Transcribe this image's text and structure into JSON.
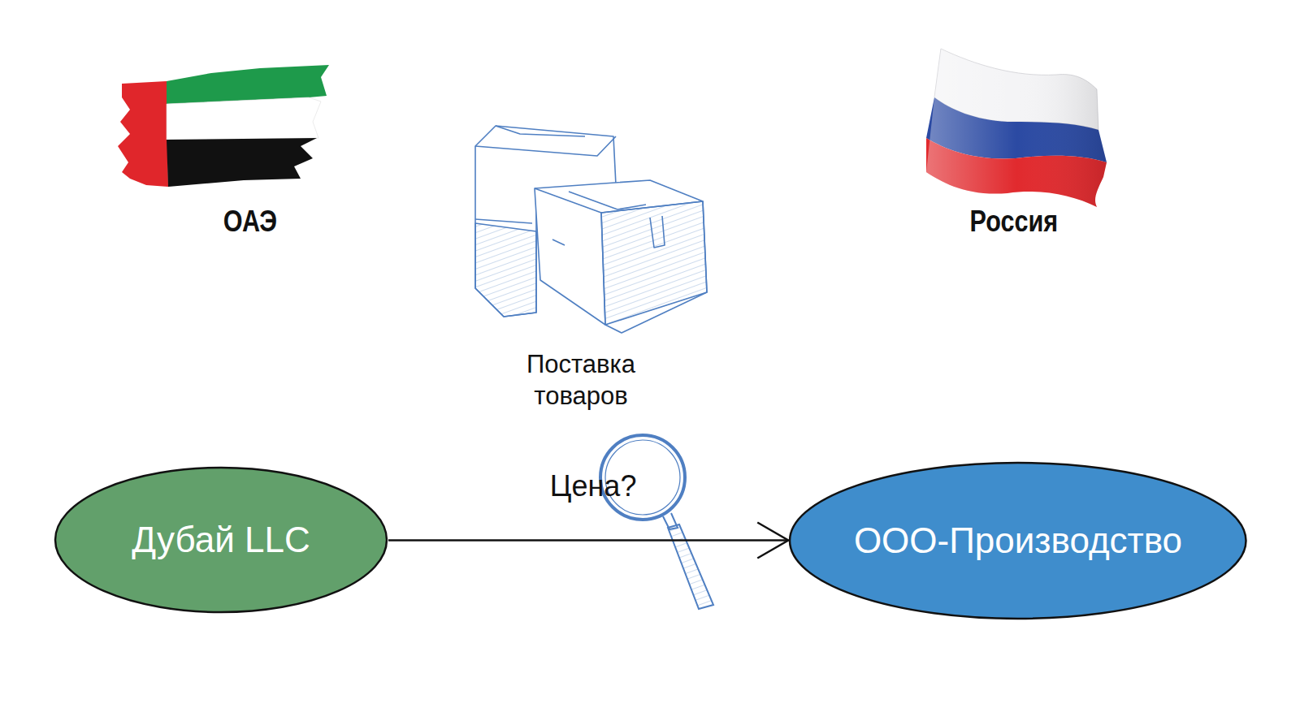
{
  "diagram": {
    "nodes": [
      {
        "text": [
          "Дубай LLC"
        ]
      },
      {
        "text": [
          "ООО-Производство"
        ]
      }
    ],
    "edges": [
      {
        "from": 0,
        "to": 1,
        "arrow": "to",
        "label": "Цена?"
      }
    ],
    "labels": [
      "ОАЭ",
      "Россия",
      "Поставка товаров"
    ]
  }
}
